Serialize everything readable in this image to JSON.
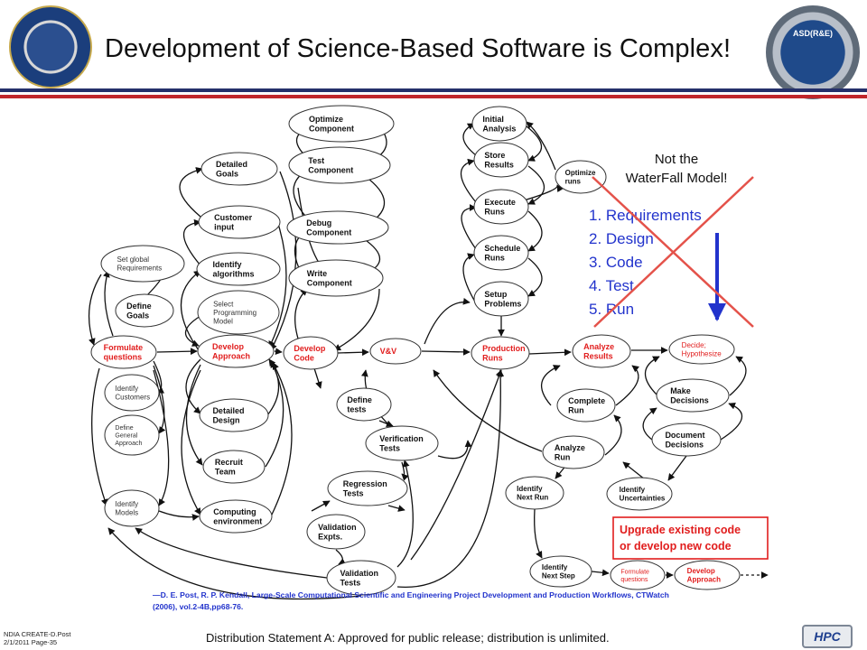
{
  "title": "Development of Science-Based Software is Complex!",
  "logos": {
    "left_seal": "DEPARTMENT OF DEFENSE",
    "right_seal": "ASD(R&E)",
    "footer_logo": "HPC"
  },
  "colors": {
    "red": "#e11d1d",
    "blue": "#2233cc",
    "navy_stripe": "#25306b",
    "red_stripe": "#c0262b"
  },
  "nodes": {
    "optimize_component": [
      "Optimize",
      "Component"
    ],
    "test_component": [
      "Test",
      "Component"
    ],
    "debug_component": [
      "Debug",
      "Component"
    ],
    "write_component": [
      "Write",
      "Component"
    ],
    "detailed_goals": [
      "Detailed",
      "Goals"
    ],
    "customer_input": [
      "Customer",
      "input"
    ],
    "identify_algorithms": [
      "Identify",
      "algorithms"
    ],
    "select_programming_model": [
      "Select",
      "Programming",
      "Model"
    ],
    "set_global_requirements": [
      "Set global",
      "Requirements"
    ],
    "define_goals": [
      "Define",
      "Goals"
    ],
    "formulate_questions": [
      "Formulate",
      "questions"
    ],
    "develop_approach": [
      "Develop",
      "Approach"
    ],
    "develop_code": [
      "Develop",
      "Code"
    ],
    "vv": [
      "V&V"
    ],
    "production_runs": [
      "Production",
      "Runs"
    ],
    "initial_analysis": [
      "Initial",
      "Analysis"
    ],
    "store_results": [
      "Store",
      "Results"
    ],
    "execute_runs": [
      "Execute",
      "Runs"
    ],
    "schedule_runs": [
      "Schedule",
      "Runs"
    ],
    "setup_problems": [
      "Setup",
      "Problems"
    ],
    "optimize_runs": [
      "Optimize",
      "runs"
    ],
    "identify_customers": [
      "Identify",
      "Customers"
    ],
    "define_general_approach": [
      "Define",
      "General",
      "Approach"
    ],
    "identify_models": [
      "Identify",
      "Models"
    ],
    "detailed_design": [
      "Detailed",
      "Design"
    ],
    "recruit_team": [
      "Recruit",
      "Team"
    ],
    "computing_environment": [
      "Computing",
      "environment"
    ],
    "define_tests": [
      "Define",
      "tests"
    ],
    "verification_tests": [
      "Verification",
      "Tests"
    ],
    "regression_tests": [
      "Regression",
      "Tests"
    ],
    "validation_expts": [
      "Validation",
      "Expts."
    ],
    "validation_tests": [
      "Validation",
      "Tests"
    ],
    "analyze_results": [
      "Analyze",
      "Results"
    ],
    "decide_hypothesize": [
      "Decide;",
      "Hypothesize"
    ],
    "complete_run": [
      "Complete",
      "Run"
    ],
    "make_decisions": [
      "Make",
      "Decisions"
    ],
    "document_decisions": [
      "Document",
      "Decisions"
    ],
    "analyze_run": [
      "Analyze",
      "Run"
    ],
    "identify_next_run": [
      "Identify",
      "Next Run"
    ],
    "identify_uncertainties": [
      "Identify",
      "Uncertainties"
    ],
    "identify_next_step": [
      "Identify",
      "Next Step"
    ],
    "formulate_questions_small": [
      "Formulate",
      "questions"
    ],
    "develop_approach_small": [
      "Develop",
      "Approach"
    ]
  },
  "waterfall": {
    "heading": [
      "Not the",
      "WaterFall Model!"
    ],
    "steps": [
      "1.   Requirements",
      "2.   Design",
      "3.   Code",
      "4.   Test",
      "5.   Run"
    ]
  },
  "upgrade_box": [
    "Upgrade existing code",
    "or develop new code"
  ],
  "citation": [
    "—D. E. Post, R. P. Kendall, Large-Scale Computational Scientific and Engineering Project Development and Production Workflows, CTWatch",
    "(2006), vol.2-4B,pp68-76."
  ],
  "footer": {
    "left": [
      "NDIA CREATE-D.Post",
      "2/1/2011 Page-35"
    ],
    "distribution": "Distribution Statement A:  Approved for public release;  distribution is unlimited."
  }
}
